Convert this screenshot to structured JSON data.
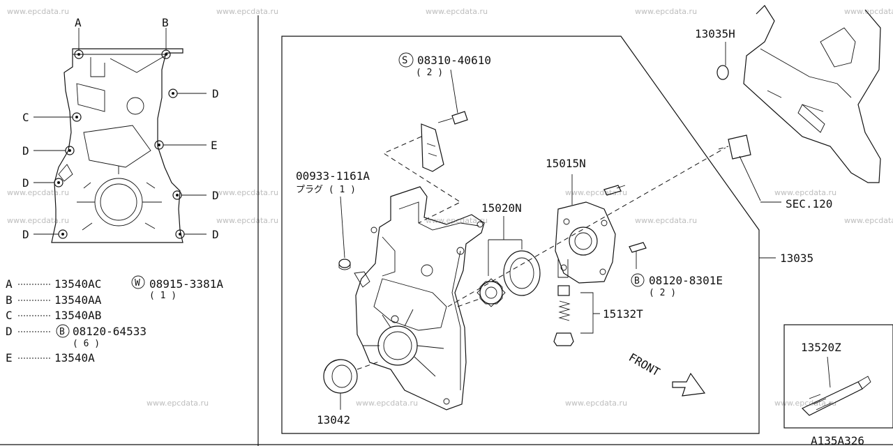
{
  "watermark": "www.epcdata.ru",
  "left_diagram": {
    "callouts": {
      "A": "A",
      "B": "B",
      "C": "C",
      "D": "D",
      "E": "E"
    }
  },
  "legend": [
    {
      "key": "A",
      "part": "13540AC"
    },
    {
      "key": "B",
      "part": "13540AA"
    },
    {
      "key": "C",
      "part": "13540AB"
    },
    {
      "key": "D",
      "part": "08120-64533",
      "prefix": "B",
      "qty": "( 6 )"
    },
    {
      "key": "E",
      "part": "13540A"
    }
  ],
  "washer": {
    "prefix": "W",
    "part": "08915-3381A",
    "qty": "( 1 )"
  },
  "parts": {
    "screw_bolt": {
      "prefix": "S",
      "part": "08310-40610",
      "qty": "( 2 )"
    },
    "plug": {
      "part": "00933-1161A",
      "desc": "プラグ ( 1 )"
    },
    "pump_body": "15015N",
    "gear_set": "15020N",
    "relief_valve": "15132T",
    "front_cover": "13035",
    "gasket_h": "13035H",
    "sec_ref": "SEC.120",
    "oil_seal": "13042",
    "pump_bolt": {
      "prefix": "B",
      "part": "08120-8301E",
      "qty": "( 2 )"
    },
    "sealant": "13520Z"
  },
  "front_label": "FRONT",
  "diagram_code": "A135A326"
}
